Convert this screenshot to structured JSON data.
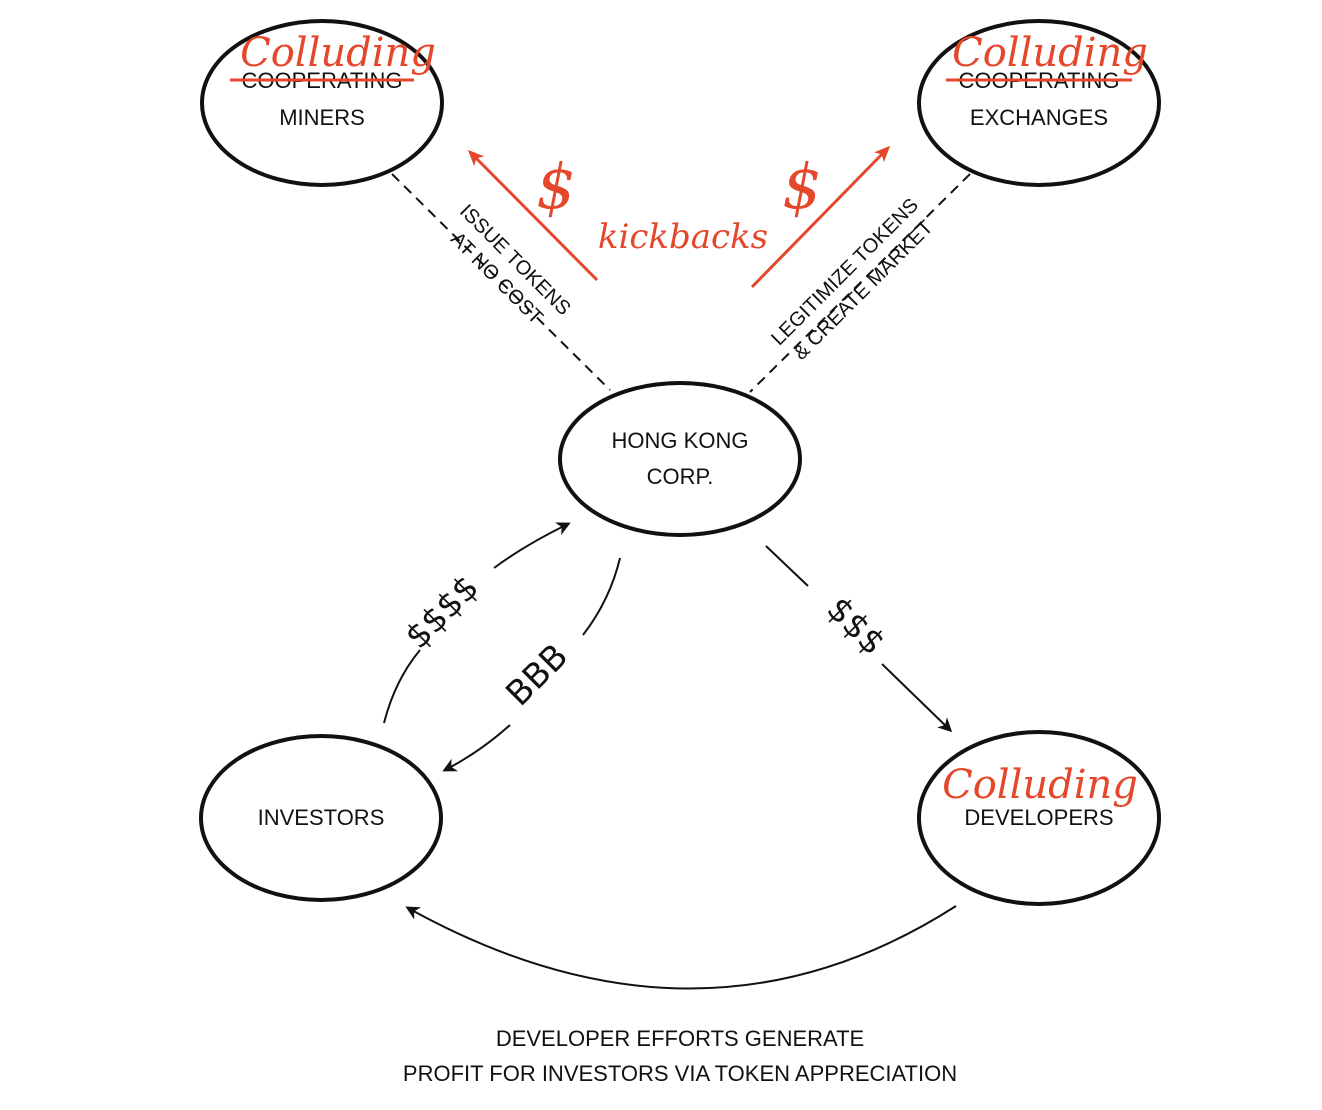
{
  "nodes": {
    "miners": {
      "struck_label": "COOPERATING",
      "label": "MINERS",
      "annotation": "Colluding"
    },
    "exchanges": {
      "struck_label": "COOPERATING",
      "label": "EXCHANGES",
      "annotation": "Colluding"
    },
    "hk_corp": {
      "line1": "HONG KONG",
      "line2": "CORP."
    },
    "investors": {
      "label": "INVESTORS"
    },
    "developers": {
      "label": "DEVELOPERS",
      "annotation": "Colluding"
    }
  },
  "edges": {
    "miners_edge": {
      "line1": "ISSUE TOKENS",
      "line2": "AT NO COST"
    },
    "exchanges_edge": {
      "line1": "LEGITIMIZE TOKENS",
      "line2": "& CREATE MARKET"
    },
    "kickbacks": {
      "label": "kickbacks",
      "left_symbol": "$",
      "right_symbol": "$"
    },
    "investors_to_corp": {
      "label": "$$$$"
    },
    "corp_to_investors": {
      "label": "BBB"
    },
    "corp_to_developers": {
      "label": "$$$"
    }
  },
  "caption": {
    "line1": "DEVELOPER EFFORTS GENERATE",
    "line2": "PROFIT FOR INVESTORS VIA TOKEN APPRECIATION"
  },
  "colors": {
    "ink": "#111111",
    "annotation_red": "#e5472b"
  }
}
